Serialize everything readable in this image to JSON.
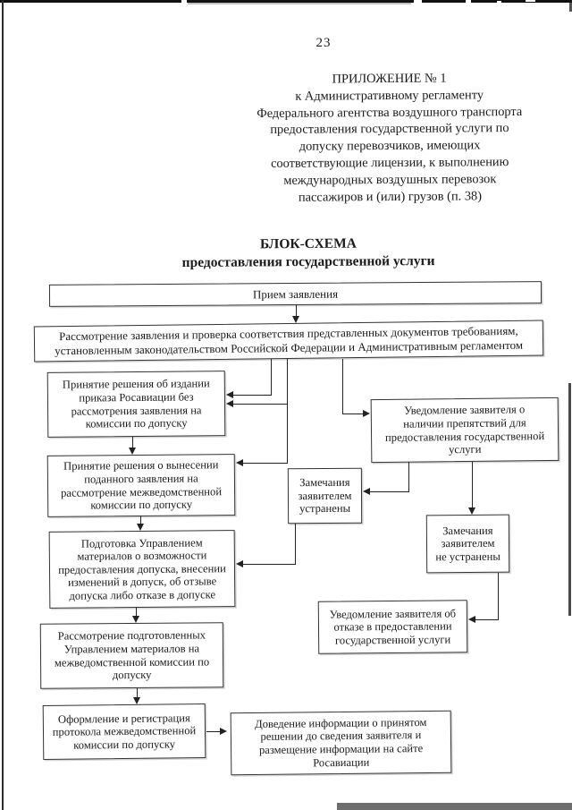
{
  "page": {
    "number": "23",
    "appendix": {
      "heading": "ПРИЛОЖЕНИЕ № 1",
      "lines": [
        "к Административному регламенту",
        "Федерального агентства воздушного транспорта",
        "предоставления государственной услуги по",
        "допуску перевозчиков, имеющих",
        "соответствующие лицензии, к выполнению",
        "международных воздушных перевозок",
        "пассажиров и (или) грузов (п. 38)"
      ]
    },
    "scheme_title": {
      "line1": "БЛОК-СХЕМА",
      "line2": "предоставления государственной услуги"
    },
    "flowchart": {
      "boxes": {
        "reception": "Прием заявления",
        "review": "Рассмотрение заявления и проверка соответствия представленных документов требованиям,\nустановленным законодательством Российской Федерации и Административным регламентом",
        "order_no_commission": "Принятие решения об издании\nприказа Росавиации без\nрассмотрения заявления на\nкомиссии по допуску",
        "obstacles_notice": "Уведомление заявителя о\nналичии препятствий для\nпредоставления государственной\nуслуги",
        "commission_referral": "Принятие решения о вынесении\nподанного заявления на\nрассмотрение межведомственной\nкомиссии по допуску",
        "remarks_resolved": "Замечания\nзаявителем\nустранены",
        "remarks_unresolved": "Замечания\nзаявителем\nне устранены",
        "materials_preparation": "Подготовка Управлением\nматериалов о возможности\nпредоставления допуска, внесении\nизменений в допуск, об отзыве\nдопуска либо отказе в допуске",
        "materials_review": "Рассмотрение подготовленных\nУправлением материалов на\nмежведомственной комиссии по\nдопуску",
        "protocol_registration": "Оформление и регистрация\nпротокола межведомственной\nкомиссии по допуску",
        "refusal_notice": "Уведомление заявителя об\nотказе в предоставлении\nгосударственной услуги",
        "information_notice": "Доведение информации о принятом\nрешении до сведения заявителя и\nразмещение информации на сайте\nРосавиации"
      }
    },
    "artifact_colors": {
      "border_black": "#111111",
      "bottom_bar_gray": "#6e6e6e",
      "line_dark": "#222222"
    }
  }
}
